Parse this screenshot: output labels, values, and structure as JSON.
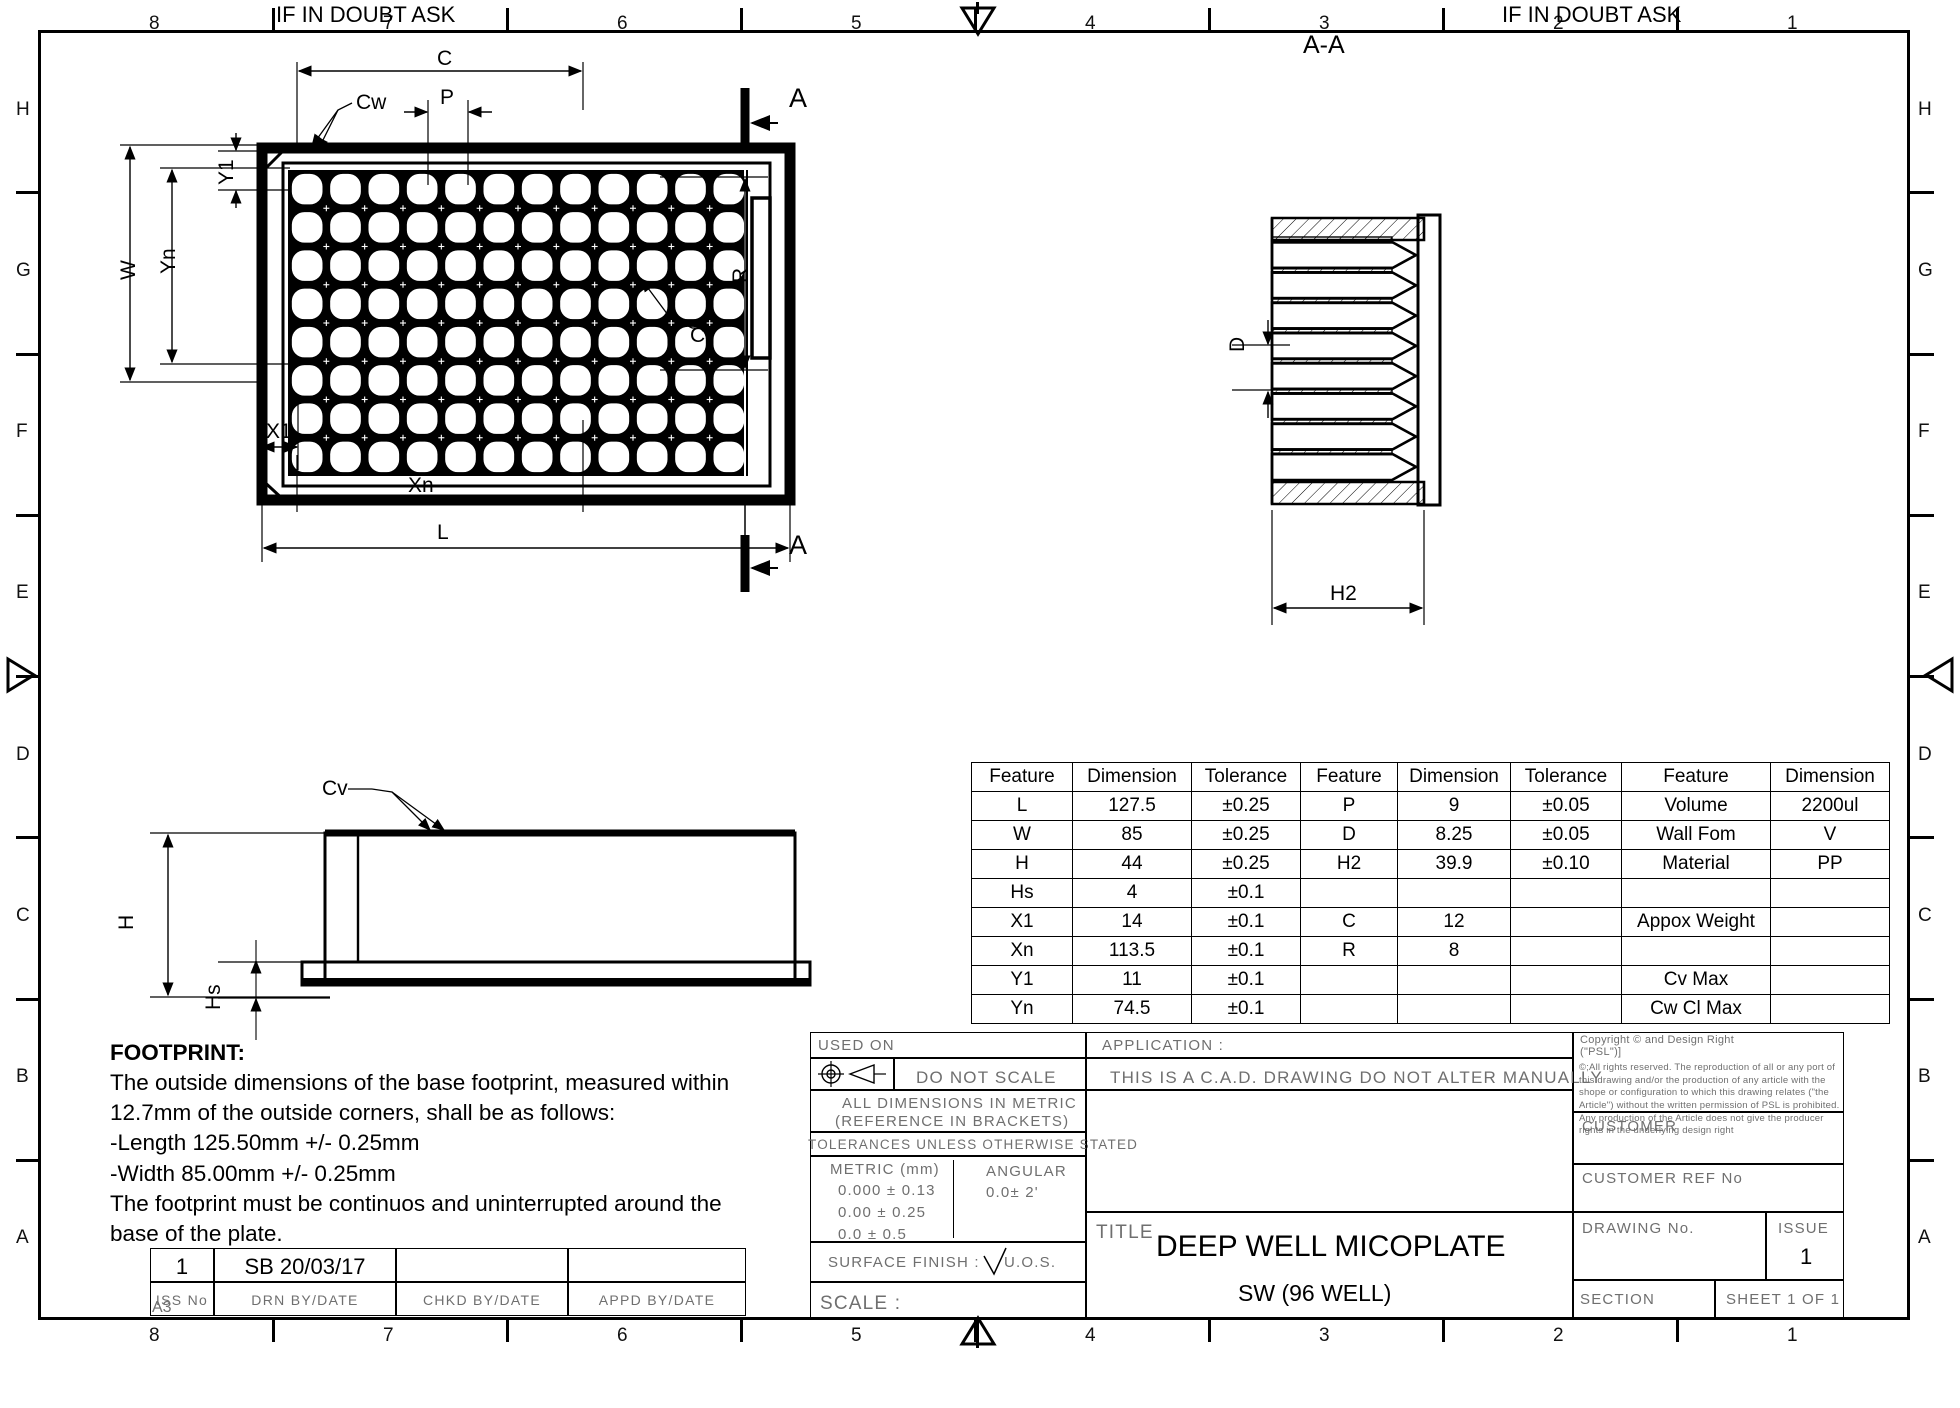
{
  "sheet": {
    "note_top_left": "IF IN DOUBT ASK",
    "note_top_right": "IF IN DOUBT ASK",
    "section_marker": "A-A",
    "size_label": "A3",
    "h_zones_top": [
      "8",
      "7",
      "6",
      "5",
      "4",
      "3",
      "2",
      "1"
    ],
    "h_zones_bottom": [
      "8",
      "7",
      "6",
      "5",
      "4",
      "3",
      "2",
      "1"
    ],
    "v_zones_left": [
      "H",
      "G",
      "F",
      "E",
      "D",
      "C",
      "B",
      "A"
    ],
    "v_zones_right": [
      "H",
      "G",
      "F",
      "E",
      "D",
      "C",
      "B",
      "A"
    ]
  },
  "views": {
    "top_view": {
      "labels": {
        "C": "C",
        "P": "P",
        "Cw": "Cw",
        "Cl": "Cl",
        "Y1": "Y1",
        "Yn": "Yn",
        "W": "W",
        "X1": "X1",
        "Xn": "Xn",
        "L": "L",
        "R": "R",
        "section_a_top": "A",
        "section_a_bottom": "A"
      },
      "grid": {
        "columns": 12,
        "rows": 8
      }
    },
    "section_view": {
      "labels": {
        "D": "D",
        "H2": "H2"
      },
      "wells": 8
    },
    "side_view": {
      "labels": {
        "H": "H",
        "Hs": "Hs",
        "Cv": "Cv"
      }
    }
  },
  "dimension_table": {
    "headers": [
      "Feature",
      "Dimension",
      "Tolerance",
      "Feature",
      "Dimension",
      "Tolerance",
      "Feature",
      "Dimension"
    ],
    "rows": [
      [
        "L",
        "127.5",
        "±0.25",
        "P",
        "9",
        "±0.05",
        "Volume",
        "2200ul"
      ],
      [
        "W",
        "85",
        "±0.25",
        "D",
        "8.25",
        "±0.05",
        "Wall Fom",
        "V"
      ],
      [
        "H",
        "44",
        "±0.25",
        "H2",
        "39.9",
        "±0.10",
        "Material",
        "PP"
      ],
      [
        "Hs",
        "4",
        "±0.1",
        "",
        "",
        "",
        "",
        ""
      ],
      [
        "X1",
        "14",
        "±0.1",
        "C",
        "12",
        "",
        "Appox Weight",
        ""
      ],
      [
        "Xn",
        "113.5",
        "±0.1",
        "R",
        "8",
        "",
        "",
        ""
      ],
      [
        "Y1",
        "11",
        "±0.1",
        "",
        "",
        "",
        "Cv Max",
        ""
      ],
      [
        "Yn",
        "74.5",
        "±0.1",
        "",
        "",
        "",
        "Cw Cl Max",
        ""
      ]
    ]
  },
  "footprint_note": {
    "heading": "FOOTPRINT:",
    "lines": [
      "The outside dimensions of the base footprint, measured within",
      "12.7mm of the outside corners, shall be as follows:",
      "-Length 125.50mm +/- 0.25mm",
      "-Width 85.00mm +/- 0.25mm",
      "The footprint must be continuos and uninterrupted around the",
      "base of the plate."
    ]
  },
  "title_block": {
    "used_on_label": "USED ON",
    "do_not_scale": "DO  NOT  SCALE",
    "all_dims_line1": "ALL  DIMENSIONS  IN  METRIC",
    "all_dims_line2": "(REFERENCE  IN  BRACKETS)",
    "tolerances_header": "TOLERANCES  UNLESS  OTHERWISE  STATED",
    "metric_header": "METRIC  (mm)",
    "angular_header": "ANGULAR",
    "metric_1": "0.000 ±  0.13",
    "metric_2": "0.00  ±  0.25",
    "metric_3": "0.0    ±  0.5",
    "angular_1": "0.0±  2'",
    "surface_finish_label": "SURFACE  FINISH  :",
    "surface_finish_value": "U.O.S.",
    "scale_label": "SCALE  :",
    "application_label": "APPLICATION :",
    "cad_note": "THIS IS A C.A.D.  DRAWING DO NOT ALTER MANUALLY",
    "title_label": "TITLE",
    "title_main": "DEEP WELL MICOPLATE",
    "title_sub": "SW (96 WELL)",
    "copyright_head_1": "Copyright © and Design Right",
    "copyright_head_2": "(\"PSL\")]",
    "copyright_body": "©;All rights reserved. The reproduction of all or any port of this drawing and/or the production of any article with the shope or configuration to which this drawing relates (\"the Article\") without the written permission of PSL is prohibited. Any production of the Article does not give the producer rights in the underlying design right",
    "customer_label": "CUSTOMER",
    "customer_ref_label": "CUSTOMER  REF  No",
    "drawing_no_label": "DRAWING  No.",
    "issue_label": "ISSUE",
    "issue_value": "1",
    "section_label": "SECTION",
    "sheet_label": "SHEET 1  OF 1"
  },
  "revision_block": {
    "headers": [
      "ISS No",
      "DRN  BY/DATE",
      "CHKD  BY/DATE",
      "APPD  BY/DATE"
    ],
    "row": [
      "1",
      "SB     20/03/17",
      "",
      ""
    ]
  }
}
